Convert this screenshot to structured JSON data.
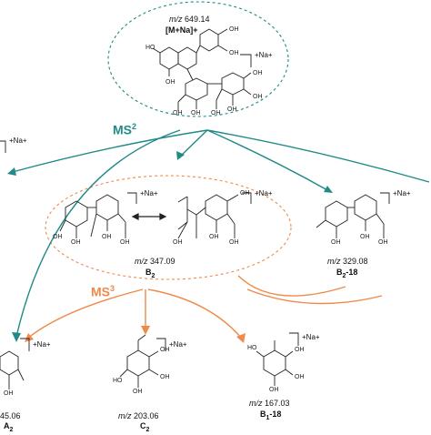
{
  "parent": {
    "mz_prefix": "m/z",
    "mz": "649.14",
    "ion": "[M+Na]+",
    "adduct": "+Na+"
  },
  "stages": {
    "ms2": {
      "label": "MS",
      "sup": "2"
    },
    "ms3": {
      "label": "MS",
      "sup": "3"
    }
  },
  "fragments": {
    "b2": {
      "mz": "347.09",
      "name": "B",
      "sub": "2",
      "suffix": "",
      "adduct": "+Na+"
    },
    "b2_18": {
      "mz": "329.08",
      "name": "B",
      "sub": "2",
      "suffix": "-18",
      "adduct": "+Na+"
    },
    "a2": {
      "mz": "45.06",
      "name": "A",
      "sub": "2",
      "suffix": "",
      "adduct": "+Na+"
    },
    "c2": {
      "mz": "203.06",
      "name": "C",
      "sub": "2",
      "suffix": "",
      "adduct": "+Na+"
    },
    "b1_18": {
      "mz": "167.03",
      "name": "B",
      "sub": "1",
      "suffix": "-18",
      "adduct": "+Na+"
    },
    "left_top": {
      "adduct": "+Na+"
    }
  },
  "colors": {
    "teal": "#1f8a86",
    "orange": "#ef8a4a",
    "ink": "#222222"
  }
}
